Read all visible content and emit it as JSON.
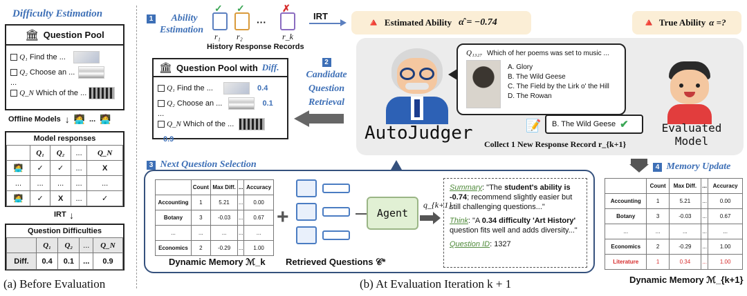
{
  "left": {
    "title": "Difficulty Estimation",
    "pool_title": "Question Pool",
    "questions": [
      {
        "id": "Q₁",
        "text": "Find the ..."
      },
      {
        "id": "Q₂",
        "text": "Choose an ..."
      },
      {
        "id": "Q_N",
        "text": "Which of the ..."
      }
    ],
    "ellipsis": "...",
    "offline_models": "Offline Models",
    "responses_title": "Model responses",
    "resp_headers": [
      "",
      "Q₁",
      "Q₂",
      "...",
      "Q_N"
    ],
    "resp_rows": [
      [
        "",
        "✓",
        "✓",
        "...",
        "X"
      ],
      [
        "...",
        "...",
        "...",
        "...",
        "..."
      ],
      [
        "",
        "✓",
        "X",
        "...",
        "✓"
      ]
    ],
    "irt": "IRT",
    "diff_title": "Question Difficulties",
    "diff_headers": [
      "",
      "Q₁",
      "Q₂",
      "...",
      "Q_N"
    ],
    "diff_row": [
      "Diff.",
      "0.4",
      "0.1",
      "...",
      "0.9"
    ],
    "caption": "(a) Before Evaluation"
  },
  "step1": {
    "num": "1",
    "label_line1": "Ability",
    "label_line2": "Estimation",
    "records": [
      "r₁",
      "r₂",
      "r_k"
    ],
    "record_marks": [
      "✓",
      "✓",
      "✗"
    ],
    "dots": "···",
    "records_caption": "History Response Records",
    "irt": "IRT"
  },
  "estimated": {
    "label": "Estimated Ability",
    "value": "α̂ = −0.74"
  },
  "true_ability": {
    "label": "True Ability",
    "value": "α =?"
  },
  "step2": {
    "num": "2",
    "lines": [
      "Candidate",
      "Question",
      "Retrieval"
    ],
    "pool_title": "Question Pool with",
    "pool_title_em": "Diff.",
    "questions": [
      {
        "id": "Q₁",
        "text": "Find the ...",
        "diff": "0.4"
      },
      {
        "id": "Q₂",
        "text": "Choose an ...",
        "diff": "0.1"
      },
      {
        "id": "Q_N",
        "text": "Which of the ...",
        "diff": "0.9"
      }
    ],
    "ellipsis": "..."
  },
  "question": {
    "id": "Q₁₃₂₇",
    "text": "Which of her poems was set to music ...",
    "options": [
      "A. Glory",
      "B. The Wild Geese",
      "C. The Field by the Lirk o' the Hill",
      "D. The Rowan"
    ]
  },
  "answer": "B. The Wild Geese",
  "autojudger": "AutoJudger",
  "evaluated_model": [
    "Evaluated",
    "Model"
  ],
  "collect": "Collect 1 New Response Record r_{k+1}",
  "step3": {
    "num": "3",
    "title": "Next Question Selection",
    "mem_headers": [
      "",
      "Count",
      "Max Diff.",
      "...",
      "Accuracy"
    ],
    "mem_rows": [
      [
        "Accounting",
        "1",
        "5.21",
        "...",
        "0.00"
      ],
      [
        "Botany",
        "3",
        "-0.03",
        "...",
        "0.67"
      ],
      [
        "...",
        "...",
        "...",
        "...",
        "..."
      ],
      [
        "Economics",
        "2",
        "-0.29",
        "...",
        "1.00"
      ]
    ],
    "mem_caption": "Dynamic Memory ℳ_k",
    "retrieved_caption": "Retrieved Questions 𝒞*",
    "agent": "Agent",
    "qk": "q_{k+1}",
    "summary_label": "Summary",
    "summary_pre": ": \"The ",
    "summary_bold": "student's ability is -0.74",
    "summary_post": "; recommend slightly easier but still challenging questions...\"",
    "think_label": "Think",
    "think_pre": ": \"A ",
    "think_bold": "0.34 difficulty 'Art History'",
    "think_post": " question fits well and adds diversity...\"",
    "qid_label": "Question ID",
    "qid_value": ": 1327"
  },
  "step4": {
    "num": "4",
    "title": "Memory Update",
    "mem_headers": [
      "",
      "Count",
      "Max Diff.",
      "...",
      "Accuracy"
    ],
    "mem_rows": [
      [
        "Accounting",
        "1",
        "5.21",
        "...",
        "0.00"
      ],
      [
        "Botany",
        "3",
        "-0.03",
        "...",
        "0.67"
      ],
      [
        "...",
        "...",
        "...",
        "...",
        "..."
      ],
      [
        "Economics",
        "2",
        "-0.29",
        "...",
        "1.00"
      ],
      [
        "Literature",
        "1",
        "0.34",
        "...",
        "1.00"
      ]
    ],
    "mem_caption": "Dynamic Memory ℳ_{k+1}"
  },
  "caption_b": "(b) At Evaluation Iteration k + 1",
  "colors": {
    "accent": "#3d6fb6",
    "red": "#d62b2b",
    "green": "#3aa655",
    "bubble": "#fbeed6",
    "panel": "#ececec"
  }
}
